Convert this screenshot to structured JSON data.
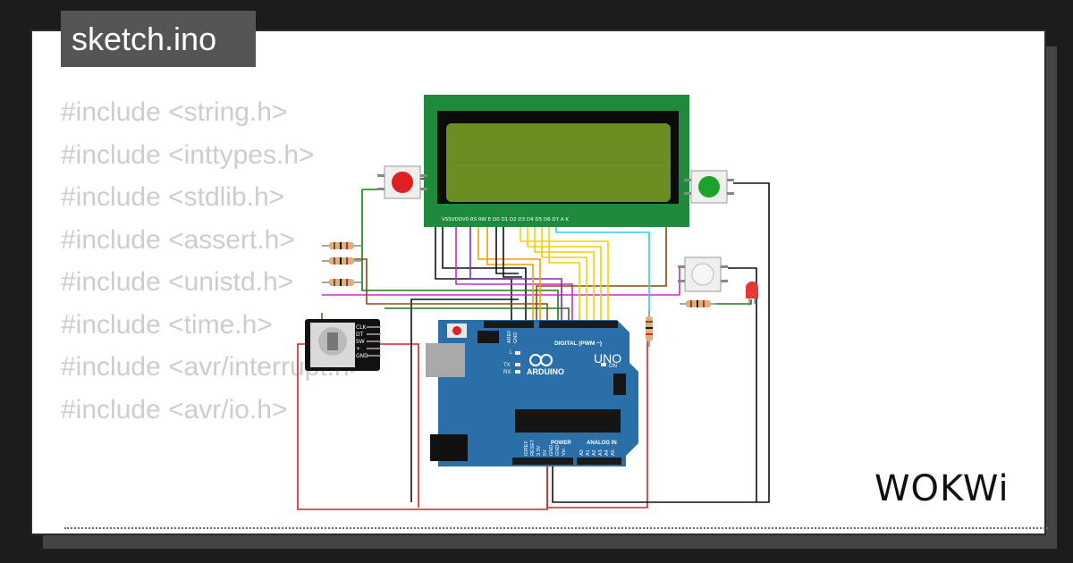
{
  "title": "sketch.ino",
  "code_lines": [
    "#include <string.h>",
    "#include <inttypes.h>",
    "#include <stdlib.h>",
    "#include <assert.h>",
    "#include <unistd.h>",
    "#include <time.h>",
    "#include <avr/interrupt.h>",
    "#include <avr/io.h>"
  ],
  "board": {
    "brand": "ARDUINO",
    "model": "UNO",
    "digital_label": "DIGITAL (PWM ~)",
    "power_label": "POWER",
    "analog_label": "ANALOG IN",
    "on_label": "ON",
    "tx_label": "TX",
    "rx_label": "RX",
    "l_label": "L",
    "aref_label": "AREF",
    "gnd_label": "GND",
    "power_pins": [
      "IOREF",
      "RESET",
      "3.3V",
      "5V",
      "GND",
      "GND",
      "Vin"
    ],
    "analog_pins": [
      "A0",
      "A1",
      "A2",
      "A3",
      "A4",
      "A5"
    ]
  },
  "encoder": {
    "pins": [
      "CLK",
      "DT",
      "SW",
      "+",
      "GND"
    ]
  },
  "lcd": {
    "pins_label": "VSSVDDV0 RS RW E  D0 D1 D2 D3 D4 D5 D6 D7 A  K"
  },
  "logo": "WOKWi",
  "colors": {
    "lcd_board": "#1f8a3c",
    "lcd_screen": "#6b8e23",
    "uno_board": "#2a6fa8",
    "button_red": "#e02020",
    "button_green": "#1aa52a",
    "led_red": "#e53935"
  }
}
